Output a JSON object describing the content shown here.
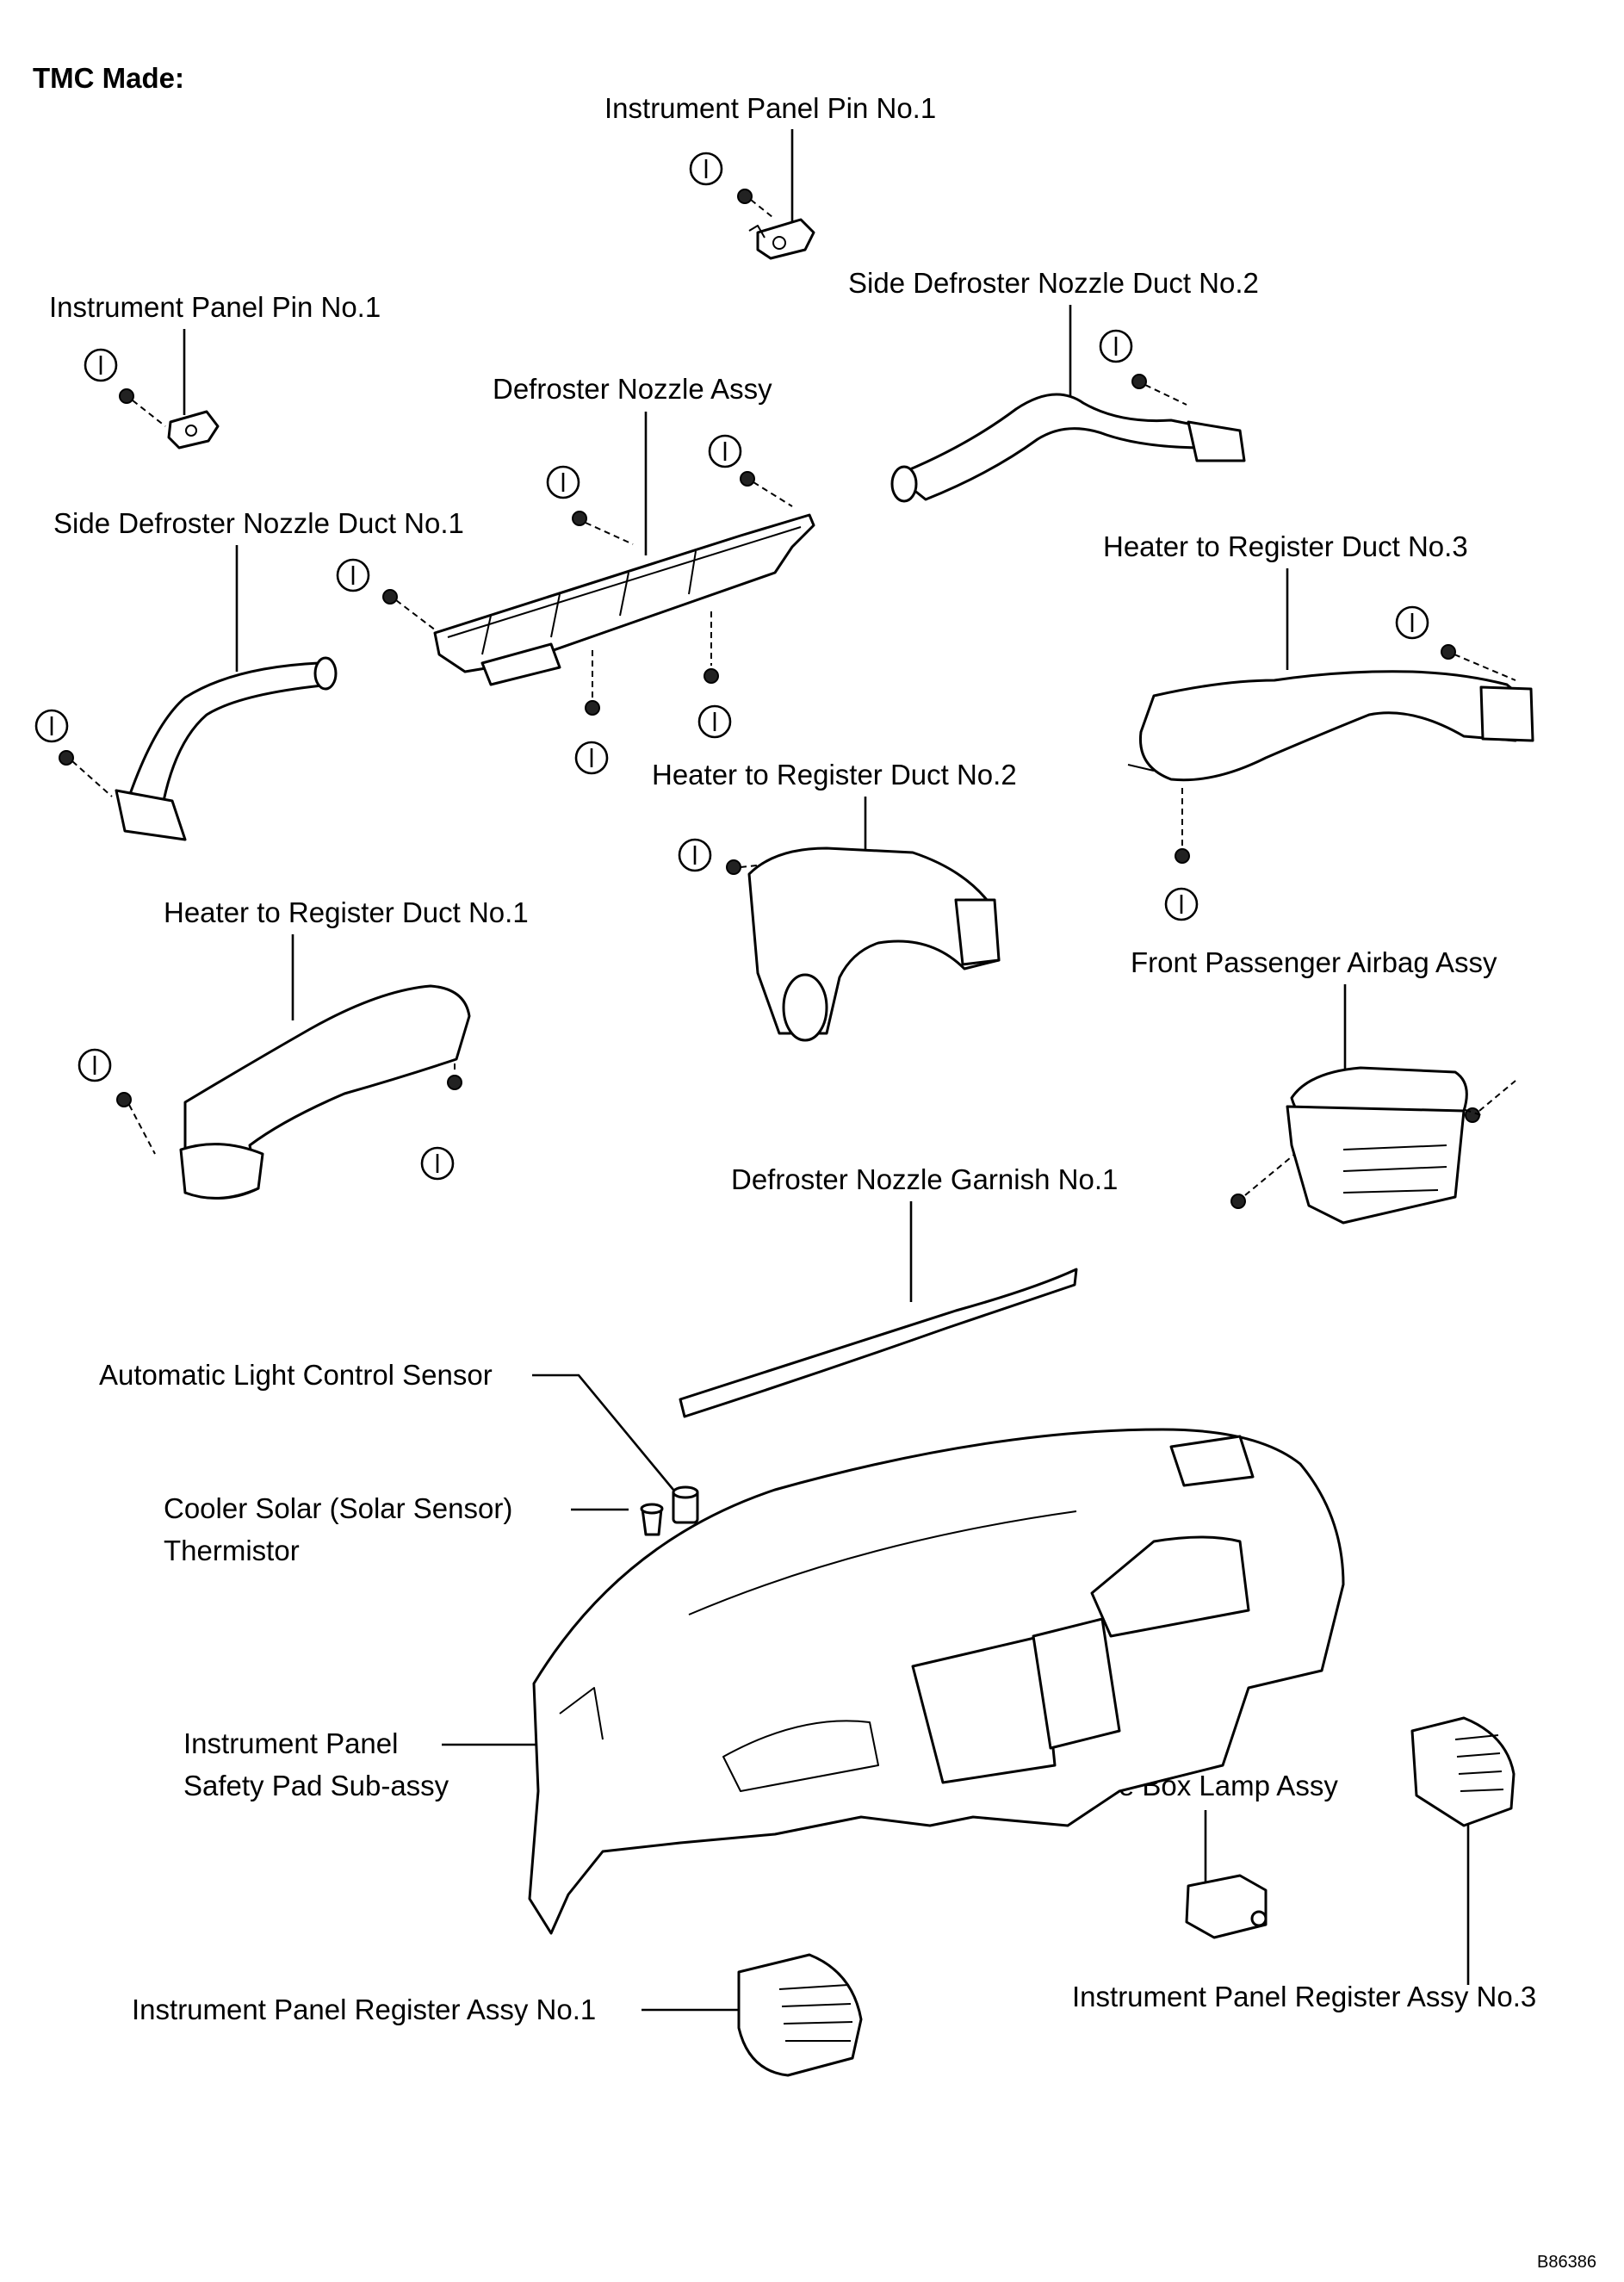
{
  "header": "TMC Made:",
  "diagram_code": "B86386",
  "labels": {
    "pin_top": "Instrument Panel Pin No.1",
    "pin_left": "Instrument Panel Pin No.1",
    "side_defroster_2": "Side Defroster Nozzle Duct No.2",
    "defroster_nozzle": "Defroster Nozzle Assy",
    "side_defroster_1": "Side Defroster Nozzle Duct No.1",
    "heater_duct_3": "Heater to Register Duct No.3",
    "heater_duct_2": "Heater to Register Duct No.2",
    "heater_duct_1": "Heater to Register Duct No.1",
    "airbag": "Front Passenger Airbag Assy",
    "garnish": "Defroster Nozzle Garnish No.1",
    "light_sensor": "Automatic Light Control Sensor",
    "solar_line1": "Cooler Solar (Solar Sensor)",
    "solar_line2": "Thermistor",
    "safety_pad_line1": "Instrument Panel",
    "safety_pad_line2": "Safety Pad Sub-assy",
    "glove_lamp": "Glove Box Lamp Assy",
    "register_3": "Instrument Panel Register Assy No.3",
    "register_1": "Instrument Panel Register Assy No.1"
  },
  "fastener_marker": "screw-marker-icon"
}
